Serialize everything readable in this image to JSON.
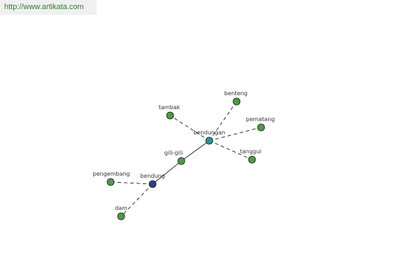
{
  "source_url": "http://www.artikata.com",
  "colors": {
    "node_default": "#4e9a4a",
    "node_center": "#2e8fa0",
    "node_root": "#2d3f8f",
    "node_stroke": "#1a1a1a",
    "edge": "#1a1a1a",
    "link_text": "#2e7d32"
  },
  "graph": {
    "nodes": [
      {
        "id": "benteng",
        "label": "benteng",
        "kind": "default"
      },
      {
        "id": "tambak",
        "label": "tambak",
        "kind": "default"
      },
      {
        "id": "pematang",
        "label": "pematang",
        "kind": "default"
      },
      {
        "id": "bendungan",
        "label": "bendungan",
        "kind": "center"
      },
      {
        "id": "tanggul",
        "label": "tanggul",
        "kind": "default"
      },
      {
        "id": "gili-gili",
        "label": "gili-gili",
        "kind": "default"
      },
      {
        "id": "pengembang",
        "label": "pengembang",
        "kind": "default"
      },
      {
        "id": "bendung",
        "label": "bendung",
        "kind": "root"
      },
      {
        "id": "dam",
        "label": "dam",
        "kind": "default"
      }
    ],
    "edges": [
      {
        "from": "bendungan",
        "to": "benteng",
        "style": "dashed"
      },
      {
        "from": "bendungan",
        "to": "tambak",
        "style": "dashed"
      },
      {
        "from": "bendungan",
        "to": "pematang",
        "style": "dashed"
      },
      {
        "from": "bendungan",
        "to": "tanggul",
        "style": "dashed"
      },
      {
        "from": "bendungan",
        "to": "gili-gili",
        "style": "solid"
      },
      {
        "from": "gili-gili",
        "to": "bendung",
        "style": "solid"
      },
      {
        "from": "bendung",
        "to": "pengembang",
        "style": "dashed"
      },
      {
        "from": "bendung",
        "to": "dam",
        "style": "dashed"
      }
    ]
  }
}
